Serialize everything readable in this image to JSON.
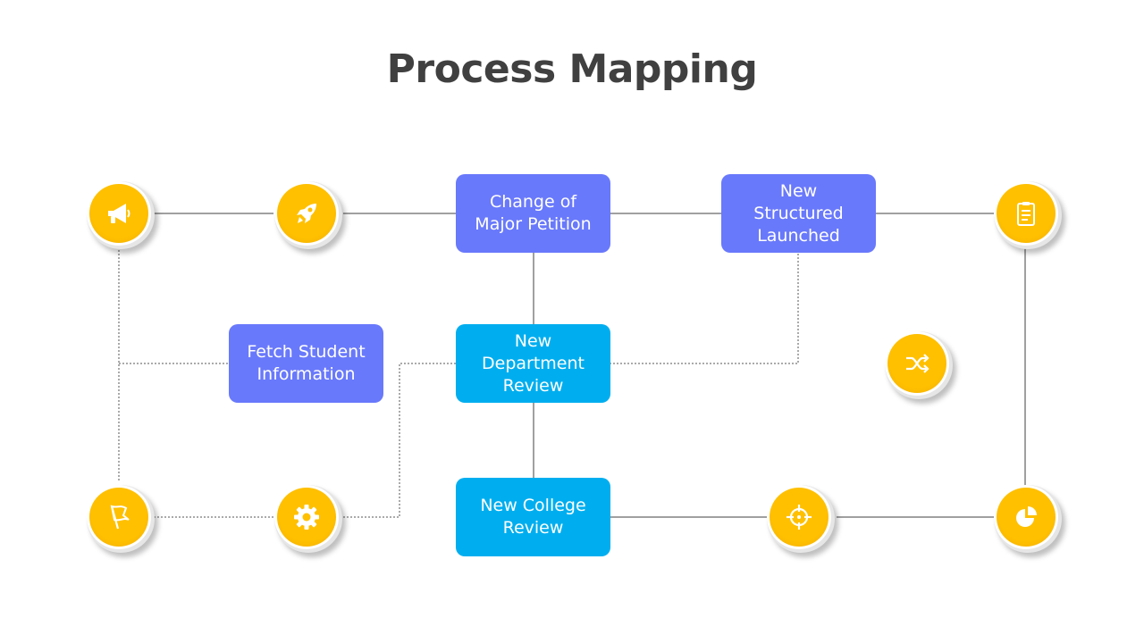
{
  "title": "Process Mapping",
  "colors": {
    "purple": "#6979fb",
    "blue": "#00aeef",
    "icon_disc": "#ffc000",
    "title": "#404040"
  },
  "boxes": {
    "change_major": "Change of\nMajor Petition",
    "new_structured": "New\nStructured\nLaunched",
    "fetch_student": "Fetch Student\nInformation",
    "new_department": "New\nDepartment\nReview",
    "new_college": "New College\nReview"
  },
  "icons": [
    "megaphone-icon",
    "rocket-icon",
    "clipboard-icon",
    "shuffle-icon",
    "flag-icon",
    "gear-icon",
    "target-icon",
    "pie-chart-icon"
  ]
}
